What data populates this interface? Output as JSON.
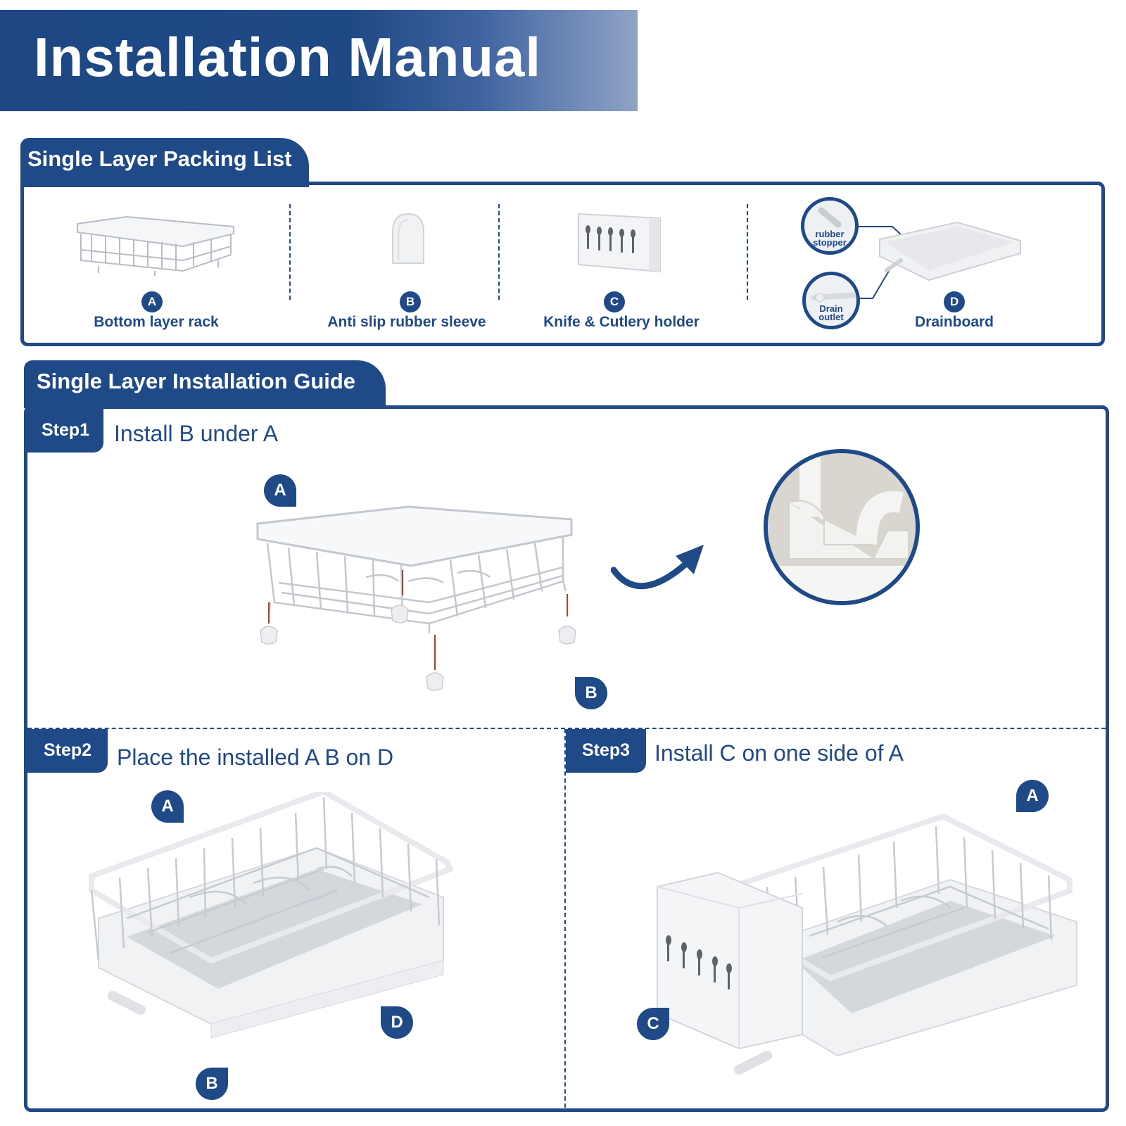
{
  "title": "Installation Manual",
  "packing": {
    "heading": "Single Layer Packing List",
    "items": [
      {
        "badge": "A",
        "label": "Bottom layer rack"
      },
      {
        "badge": "B",
        "label": "Anti slip rubber sleeve"
      },
      {
        "badge": "C",
        "label": "Knife & Cutlery holder"
      },
      {
        "badge": "D",
        "label": "Drainboard"
      }
    ],
    "callouts": {
      "stopper": "rubber stopper",
      "outlet": "Drain outlet"
    }
  },
  "guide": {
    "heading": "Single Layer Installation Guide",
    "steps": [
      {
        "tag": "Step1",
        "text": "Install B under A"
      },
      {
        "tag": "Step2",
        "text": "Place the installed A B on D"
      },
      {
        "tag": "Step3",
        "text": "Install C on one side of A"
      }
    ],
    "pins": {
      "a": "A",
      "b": "B",
      "c": "C",
      "d": "D"
    }
  },
  "colors": {
    "brand": "#1f4a87",
    "arrow_red": "#c0392b"
  }
}
